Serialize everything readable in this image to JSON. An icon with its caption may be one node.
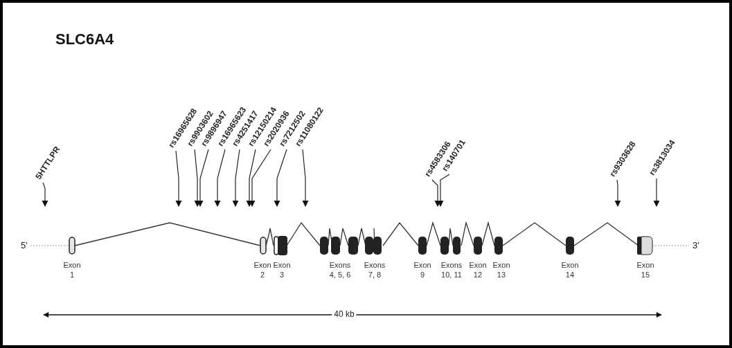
{
  "diagram": {
    "title": "SLC6A4",
    "nodes": [
      {
        "text": [
          "5HTTLPR"
        ]
      },
      {
        "text": [
          "rs16965628"
        ]
      },
      {
        "text": [
          "rs9903602"
        ]
      },
      {
        "text": [
          "rs9896947"
        ]
      },
      {
        "text": [
          "rs16965623"
        ]
      },
      {
        "text": [
          "rs4251417"
        ]
      },
      {
        "text": [
          "rs12150214"
        ]
      },
      {
        "text": [
          "rs2020936"
        ]
      },
      {
        "text": [
          "rs7212502"
        ]
      },
      {
        "text": [
          "rs11080122"
        ]
      },
      {
        "text": [
          "rs4583306"
        ]
      },
      {
        "text": [
          "rs140701"
        ]
      },
      {
        "text": [
          "rs9303628"
        ]
      },
      {
        "text": [
          "rs3813034"
        ]
      }
    ],
    "edges": [
      {
        "from": 0,
        "to": null,
        "arrow": "to"
      },
      {
        "from": 1,
        "to": null,
        "arrow": "to"
      },
      {
        "from": 2,
        "to": null,
        "arrow": "to"
      },
      {
        "from": 3,
        "to": null,
        "arrow": "to"
      },
      {
        "from": 4,
        "to": null,
        "arrow": "to"
      },
      {
        "from": 5,
        "to": null,
        "arrow": "to"
      },
      {
        "from": 6,
        "to": null,
        "arrow": "to"
      },
      {
        "from": 7,
        "to": null,
        "arrow": "to"
      },
      {
        "from": 8,
        "to": null,
        "arrow": "to"
      },
      {
        "from": 9,
        "to": null,
        "arrow": "to"
      },
      {
        "from": 10,
        "to": null,
        "arrow": "to"
      },
      {
        "from": 11,
        "to": null,
        "arrow": "to"
      },
      {
        "from": 12,
        "to": null,
        "arrow": "to"
      },
      {
        "from": 13,
        "to": null,
        "arrow": "to"
      }
    ],
    "labels": [
      "5'",
      "Exon 1",
      "Exon 2",
      "Exon 3",
      "Exons 4, 5, 6",
      "Exons 7, 8",
      "Exon 9",
      "Exons 10, 11",
      "Exon 12",
      "Exon 13",
      "Exon 14",
      "Exon 15",
      "3'",
      "40 kb"
    ]
  }
}
